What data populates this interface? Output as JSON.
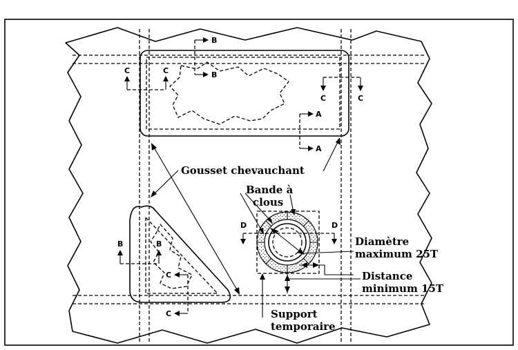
{
  "labels": {
    "gusset": "Gousset chevauchant",
    "nail_strip_line1": "Bande à",
    "nail_strip_line2": "clous",
    "diameter_line1": "Diamètre",
    "diameter_line2": "maximum 25T",
    "distance_line1": "Distance",
    "distance_line2": "minimum 15T",
    "support_line1": "Support",
    "support_line2": "temporaire"
  },
  "section_marks": {
    "a": "A",
    "b": "B",
    "c": "C",
    "d": "D"
  },
  "colors": {
    "ink": "#000000",
    "paper": "#ffffff"
  }
}
